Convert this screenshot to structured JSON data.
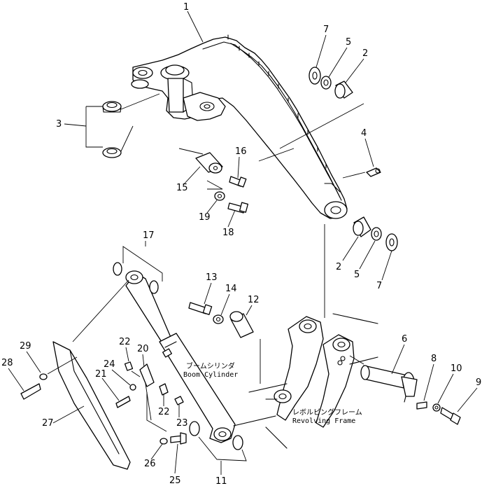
{
  "diagram": {
    "part_numbers": [
      "1",
      "2",
      "3",
      "4",
      "5",
      "6",
      "7",
      "8",
      "9",
      "10",
      "11",
      "12",
      "13",
      "14",
      "15",
      "16",
      "17",
      "18",
      "19",
      "20",
      "21",
      "22",
      "23",
      "24",
      "25",
      "26",
      "27",
      "28",
      "29"
    ],
    "labels": {
      "boom_cylinder_jp": "ブームシリンダ",
      "boom_cylinder_en": "Boom Cylinder",
      "revolving_frame_jp": "レボルビングフレーム",
      "revolving_frame_en": "Revolving Frame"
    }
  }
}
